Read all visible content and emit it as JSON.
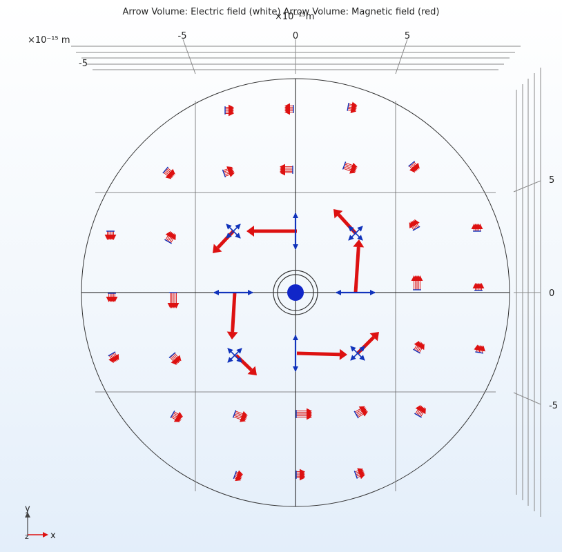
{
  "title": "Arrow Volume: Electric field (white) Arrow Volume: Magnetic field (red)",
  "axes": {
    "x_exponent_label": "×10⁻¹⁵m",
    "y_exponent_label": "×10⁻¹⁵ m",
    "left_exponent_label": "×10⁻¹⁵ m",
    "x_ticks": [
      "-5",
      "0",
      "5"
    ],
    "y_ticks": [
      "5",
      "0",
      "-5"
    ],
    "z_tick_left": "-5"
  },
  "triad": {
    "y": "y",
    "x": "x",
    "z": "z"
  },
  "colors": {
    "magnetic": "#dd1111",
    "electric": "#1133bb",
    "grid": "#555555"
  }
}
